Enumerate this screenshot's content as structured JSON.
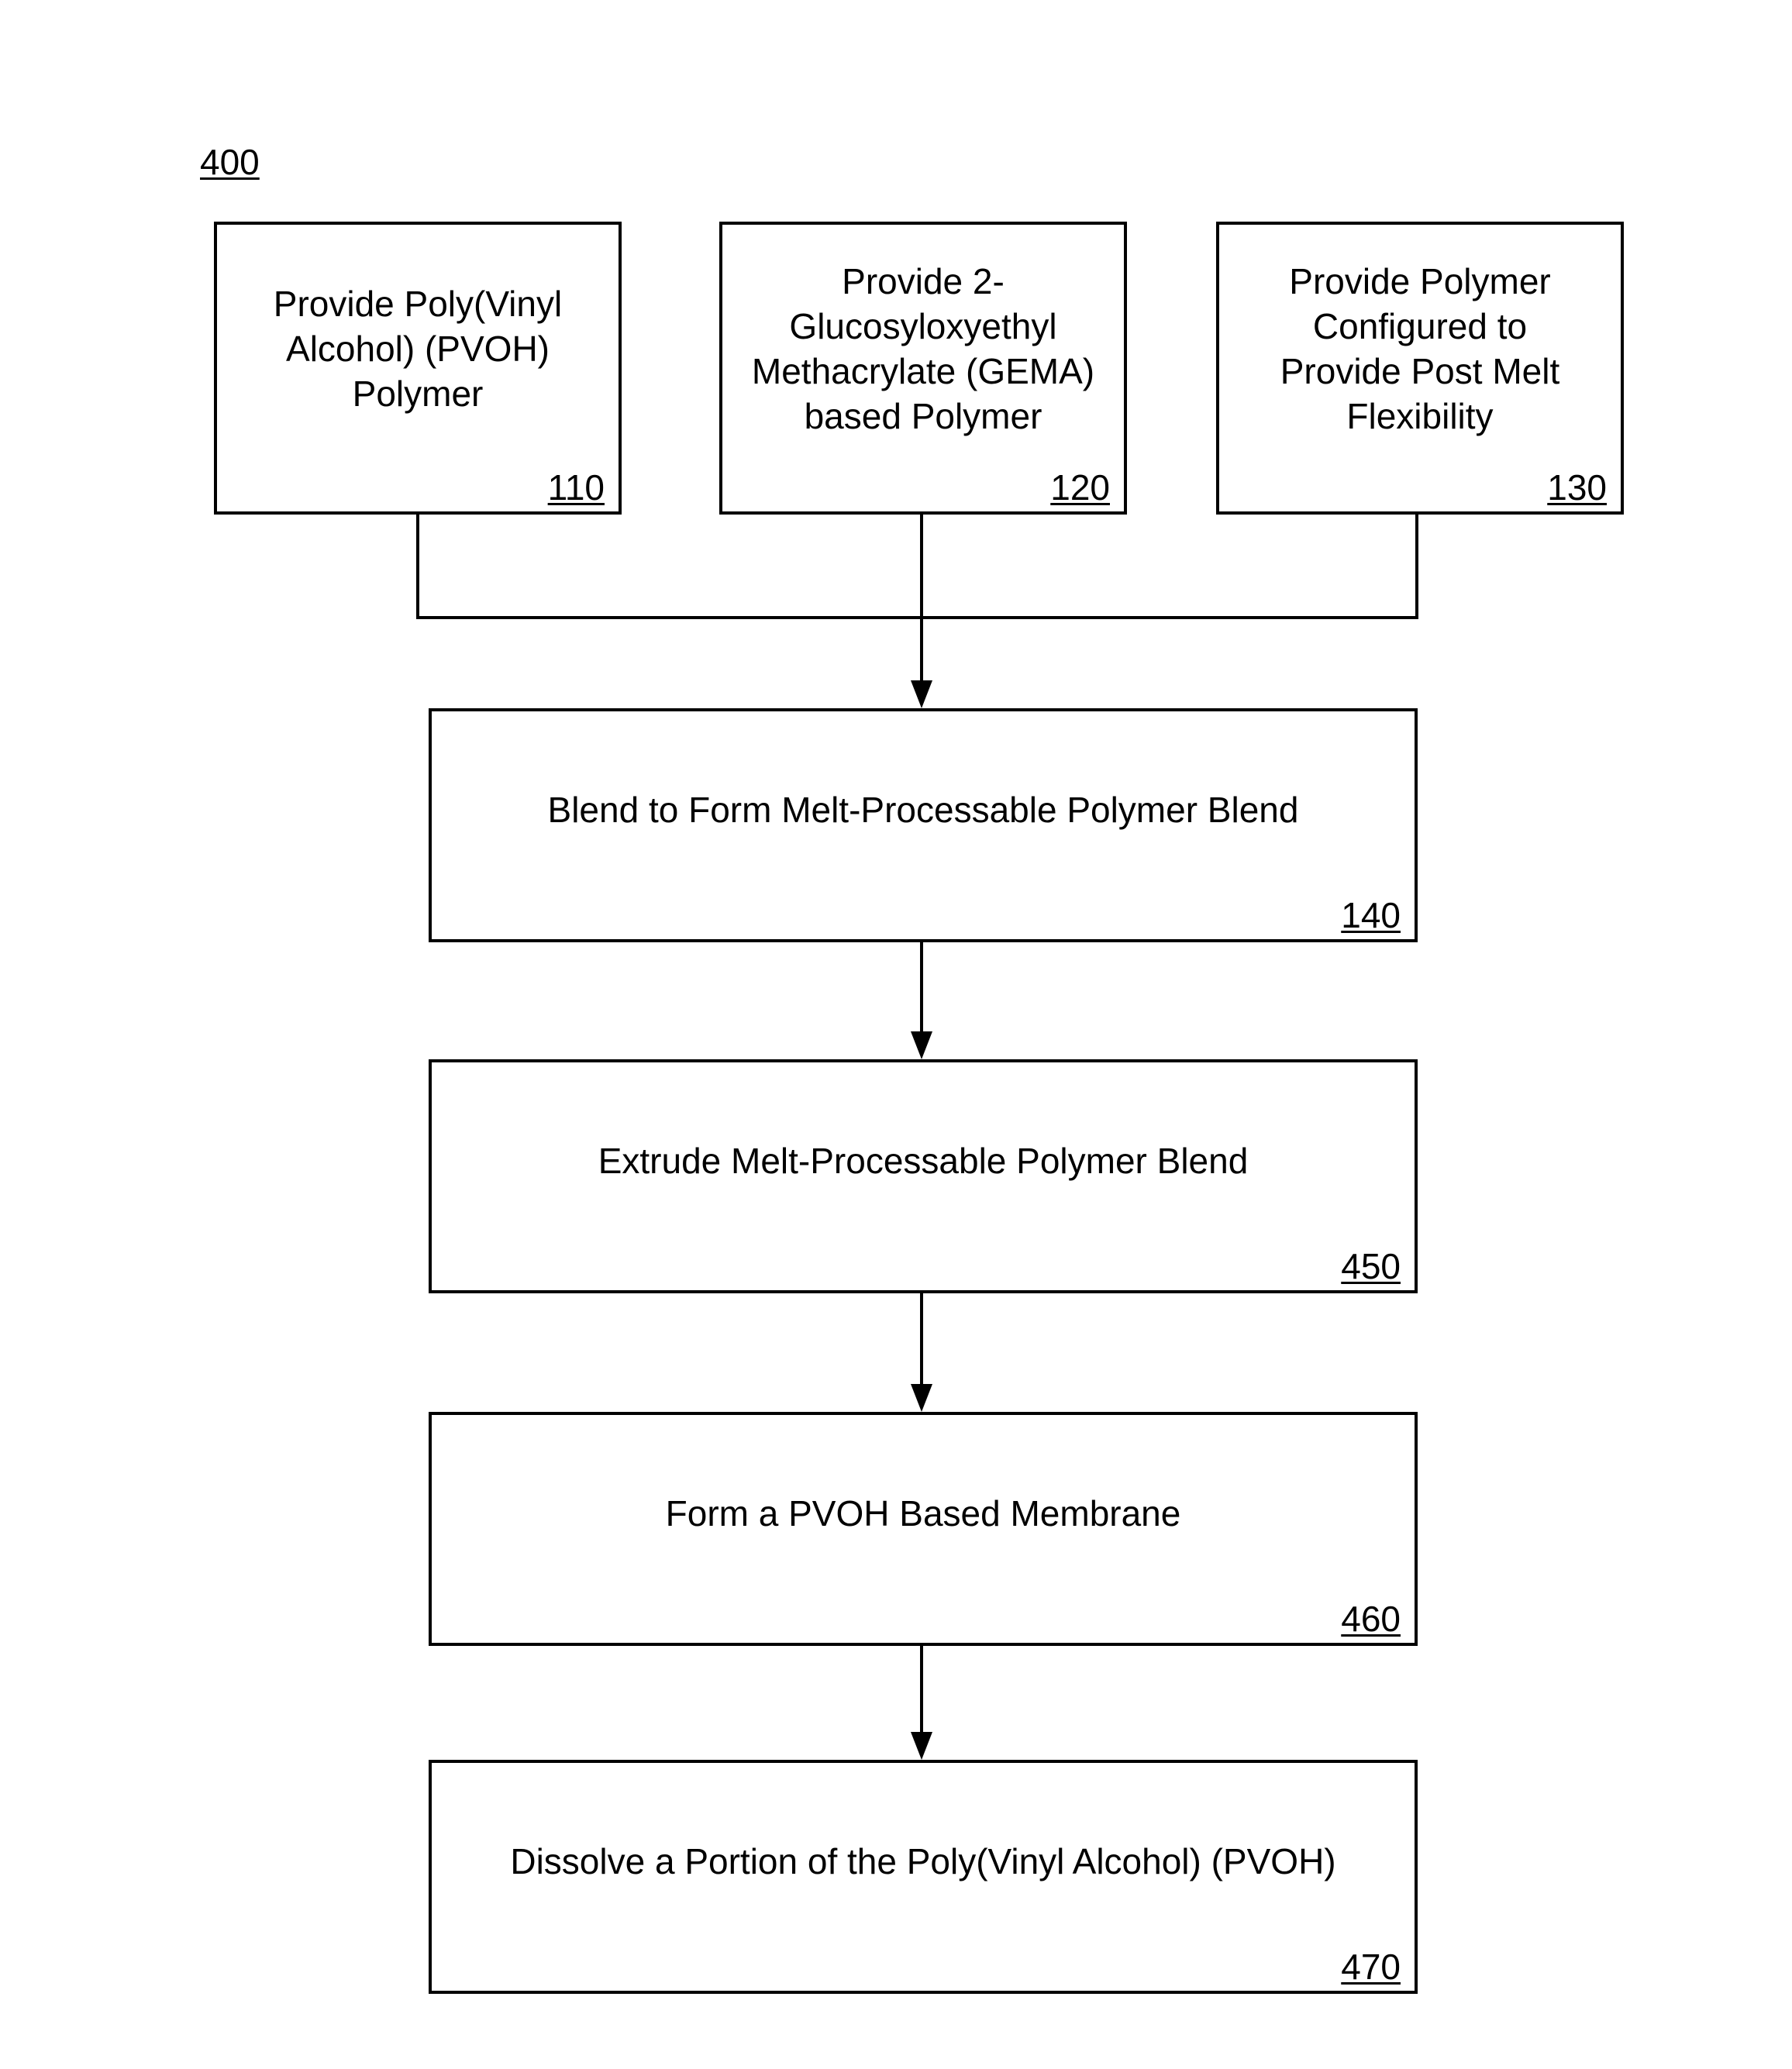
{
  "figure": {
    "label": "400"
  },
  "steps": [
    {
      "id": "110",
      "text": "Provide Poly(Vinyl\nAlcohol) (PVOH)\nPolymer",
      "ref": "110"
    },
    {
      "id": "120",
      "text": "Provide 2-\nGlucosyloxyethyl\nMethacrylate (GEMA)\nbased Polymer",
      "ref": "120"
    },
    {
      "id": "130",
      "text": "Provide Polymer\nConfigured to\nProvide Post Melt\nFlexibility",
      "ref": "130"
    },
    {
      "id": "140",
      "text": "Blend to Form Melt-Processable Polymer Blend",
      "ref": "140"
    },
    {
      "id": "450",
      "text": "Extrude Melt-Processable Polymer Blend",
      "ref": "450"
    },
    {
      "id": "460",
      "text": "Form a PVOH Based Membrane",
      "ref": "460"
    },
    {
      "id": "470",
      "text": "Dissolve a Portion of the Poly(Vinyl Alcohol) (PVOH)",
      "ref": "470"
    }
  ],
  "colors": {
    "line": "#000000",
    "background": "#ffffff"
  }
}
